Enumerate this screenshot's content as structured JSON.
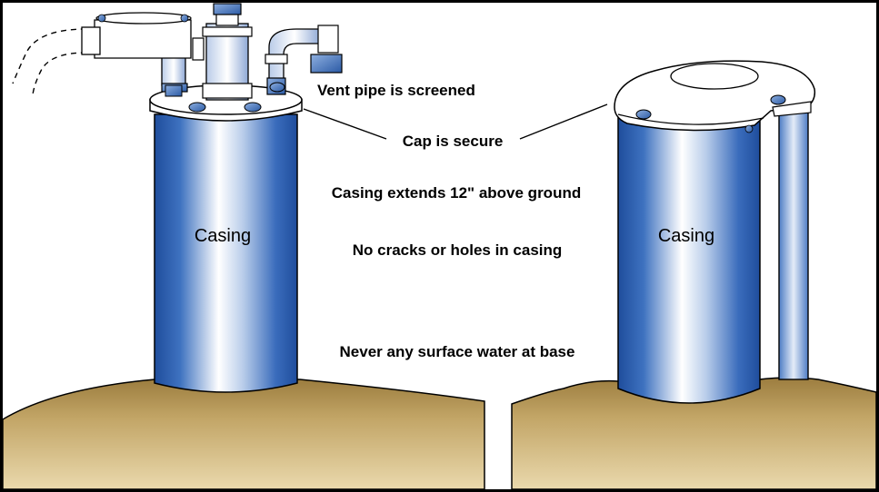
{
  "diagram": {
    "left_well": {
      "casing_label": "Casing",
      "fixtures": [
        "conduit-box",
        "cap-plate",
        "vent-pipe",
        "elbow-pipe",
        "bolts"
      ]
    },
    "right_well": {
      "casing_label": "Casing",
      "fixtures": [
        "sanitary-cap",
        "vent-tube",
        "bolts"
      ]
    },
    "callouts": {
      "vent": "Vent pipe is screened",
      "cap": "Cap is secure",
      "height": "Casing extends 12\" above ground",
      "cracks": "No cracks or holes in casing",
      "water": "Never any surface water at base"
    },
    "colors": {
      "casing_dark": "#2a5aa8",
      "casing_light": "#ffffff",
      "ground": "#b39454",
      "ground_light": "#e6d4a3",
      "outline": "#000000",
      "bolt": "#3f6fb8"
    }
  }
}
